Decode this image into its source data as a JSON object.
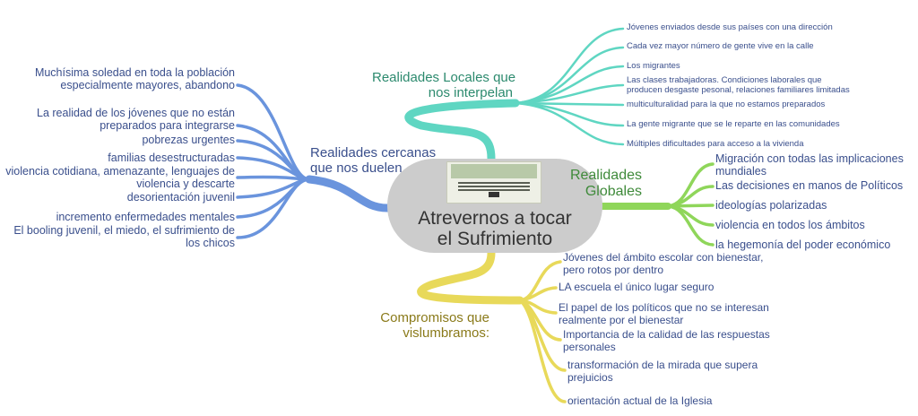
{
  "center": {
    "title_line1": "Atrevernos a tocar",
    "title_line2": "el Sufrimiento"
  },
  "colors": {
    "blue": "#6a94dd",
    "teal": "#5fd6c2",
    "green": "#8fd65a",
    "yellow": "#e8d95a",
    "center": "#cccccc",
    "text": "#3a4f8c"
  },
  "branches": {
    "cercanas": {
      "title_line1": "Realidades cercanas",
      "title_line2": "que nos duelen",
      "items": [
        [
          "Muchísima soledad en toda la población",
          "especialmente mayores, abandono"
        ],
        [
          "La realidad de los jóvenes que no están",
          "preparados para integrarse"
        ],
        [
          "pobrezas urgentes"
        ],
        [
          "familias desestructuradas"
        ],
        [
          "violencia cotidiana, amenazante, lenguajes de",
          "violencia y descarte"
        ],
        [
          "desorientación juvenil"
        ],
        [
          "incremento enfermedades mentales"
        ],
        [
          "El booling juvenil, el miedo, el sufrimiento de",
          "los chicos"
        ]
      ]
    },
    "locales": {
      "title_line1": "Realidades Locales que",
      "title_line2": "nos interpelan",
      "items": [
        [
          "Jóvenes enviados desde sus países con una dirección"
        ],
        [
          "Cada vez mayor número de gente vive en la calle"
        ],
        [
          "Los migrantes"
        ],
        [
          "Las clases trabajadoras. Condiciones laborales que",
          "producen desgaste pesonal, relaciones familiares limitadas"
        ],
        [
          "multiculturalidad para la que no estamos preparados"
        ],
        [
          "La gente migrante que se le reparte en las comunidades"
        ],
        [
          "Múltiples dificultades para acceso a la vivienda"
        ]
      ]
    },
    "globales": {
      "title_line1": "Realidades",
      "title_line2": "Globales",
      "items": [
        [
          "Migración con todas las implicaciones",
          "mundiales"
        ],
        [
          "Las decisiones en manos de Políticos"
        ],
        [
          "ideologías polarizadas"
        ],
        [
          "violencia en todos los ámbitos"
        ],
        [
          "la hegemonía del poder económico"
        ]
      ]
    },
    "compromisos": {
      "title_line1": "Compromisos que",
      "title_line2": "vislumbramos:",
      "items": [
        [
          "Jóvenes del ámbito escolar con bienestar,",
          "pero rotos por dentro"
        ],
        [
          "LA escuela el único lugar seguro"
        ],
        [
          "El papel de los políticos que no se interesan",
          "realmente por el bienestar"
        ],
        [
          "Importancia de la calidad de las respuestas",
          "personales"
        ],
        [
          "transformación de la mirada que supera",
          "prejuicios"
        ],
        [
          "orientación actual de la Iglesia"
        ]
      ]
    }
  }
}
